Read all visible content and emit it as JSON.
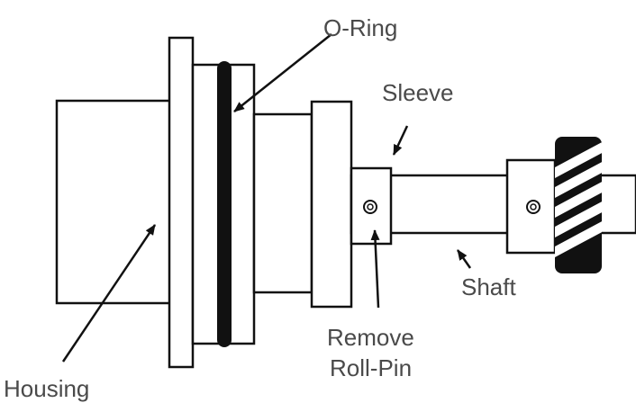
{
  "labels": {
    "o_ring": "O-Ring",
    "sleeve": "Sleeve",
    "housing": "Housing",
    "shaft": "Shaft",
    "remove_line1": "Remove",
    "remove_line2": "Roll-Pin"
  },
  "colors": {
    "stroke": "#111111",
    "label": "#4a4a4a",
    "background": "#ffffff"
  }
}
